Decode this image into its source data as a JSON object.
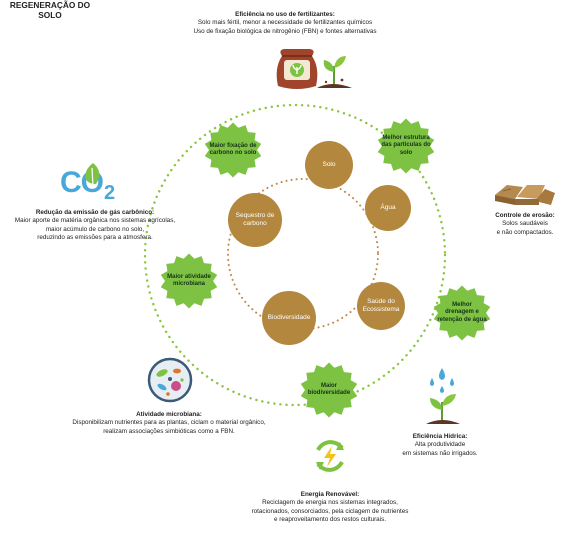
{
  "center_title": "REGENERAÇÃO DO SOLO",
  "inner_circles": [
    {
      "id": "solo",
      "label": "Solo"
    },
    {
      "id": "agua",
      "label": "Água"
    },
    {
      "id": "saude",
      "label": "Saúde do\nEcossistema"
    },
    {
      "id": "biodiv",
      "label": "Biodiversidade"
    },
    {
      "id": "sequestro",
      "label": "Sequestro de\ncarbono"
    }
  ],
  "green_badges": [
    {
      "id": "fixacao",
      "label": "Maior fixação de\ncarbono no solo"
    },
    {
      "id": "estrutura",
      "label": "Melhor estrutura\ndas partículas do\nsolo"
    },
    {
      "id": "drenagem",
      "label": "Melhor\ndrenagem e\nretenção de água"
    },
    {
      "id": "biodiversidade",
      "label": "Maior\nbiodiversidade"
    },
    {
      "id": "microbiana",
      "label": "Maior atividade\nmicrobiana"
    }
  ],
  "callouts": {
    "fertilizantes": {
      "title": "Eficiência no uso de fertilizantes:",
      "lines": [
        "Solo mais fértil, menor a necessidade de fertilizantes químicos",
        "Uso de fixação biológica de nitrogênio (FBN) e fontes alternativas"
      ]
    },
    "erosao": {
      "title": "Controle de erosão:",
      "lines": [
        "Solos saudáveis",
        "e não compactados."
      ]
    },
    "hidrica": {
      "title": "Eficiência Hídrica:",
      "lines": [
        "Alta produtividade",
        "em sistemas não irrigados."
      ]
    },
    "energia": {
      "title": "Energia Renovável:",
      "lines": [
        "Reciclagem de energia nos sistemas integrados,",
        "rotacionados, consorciados, pela ciclagem de nutrientes",
        "e reaproveitamento dos restos culturais."
      ]
    },
    "microbiana": {
      "title": "Atividade microbiana:",
      "lines": [
        "Disponibilizam nutrientes para as plantas, ciclam o material orgânico,",
        "realizam associações simbióticas como a FBN."
      ]
    },
    "carbonico": {
      "title": "Redução da emissão de gás carbônico:",
      "lines": [
        "Maior aporte de matéria orgânica nos sistemas agrícolas,",
        "maior acúmulo de carbono no solo,",
        "reduzindo as emissões para a atmosfera."
      ]
    }
  },
  "co2_icon_text": "CO",
  "co2_icon_sub": "2",
  "colors": {
    "brown": "#b3873e",
    "green": "#7dc242",
    "dots_green": "#8cc63f",
    "dots_brown": "#c08a4a"
  }
}
